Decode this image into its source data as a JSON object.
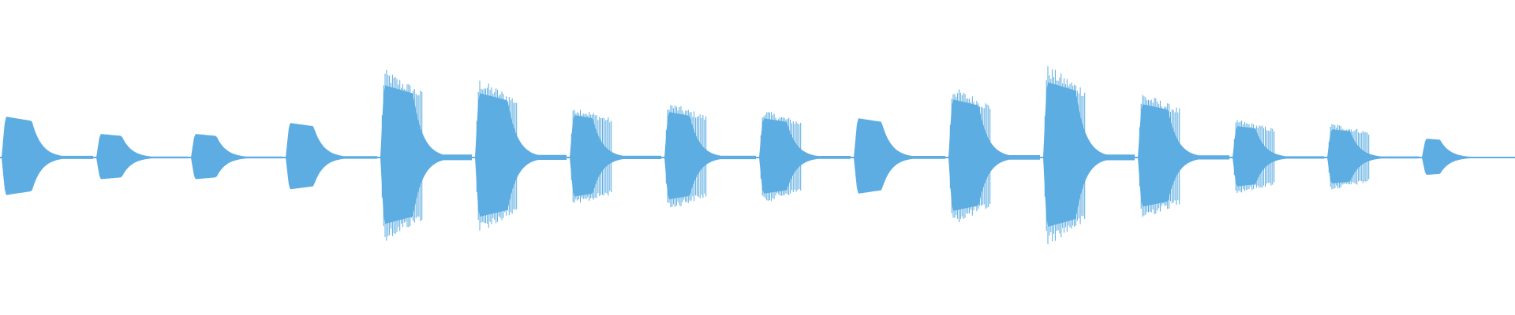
{
  "waveform": {
    "color": "#5dade2",
    "background": "#ffffff",
    "note_count": 16,
    "notes": [
      {
        "amplitude": 0.26,
        "decay": 0.55,
        "spiky": false
      },
      {
        "amplitude": 0.15,
        "decay": 0.45,
        "spiky": false
      },
      {
        "amplitude": 0.15,
        "decay": 0.45,
        "spiky": false
      },
      {
        "amplitude": 0.22,
        "decay": 0.5,
        "spiky": false
      },
      {
        "amplitude": 0.46,
        "decay": 0.6,
        "spiky": true
      },
      {
        "amplitude": 0.41,
        "decay": 0.6,
        "spiky": true
      },
      {
        "amplitude": 0.27,
        "decay": 0.4,
        "spiky": true
      },
      {
        "amplitude": 0.29,
        "decay": 0.45,
        "spiky": true
      },
      {
        "amplitude": 0.25,
        "decay": 0.5,
        "spiky": true
      },
      {
        "amplitude": 0.25,
        "decay": 0.5,
        "spiky": false
      },
      {
        "amplitude": 0.37,
        "decay": 0.55,
        "spiky": true
      },
      {
        "amplitude": 0.48,
        "decay": 0.6,
        "spiky": true
      },
      {
        "amplitude": 0.34,
        "decay": 0.55,
        "spiky": true
      },
      {
        "amplitude": 0.2,
        "decay": 0.4,
        "spiky": true
      },
      {
        "amplitude": 0.18,
        "decay": 0.4,
        "spiky": true
      },
      {
        "amplitude": 0.12,
        "decay": 0.3,
        "spiky": false
      }
    ]
  }
}
